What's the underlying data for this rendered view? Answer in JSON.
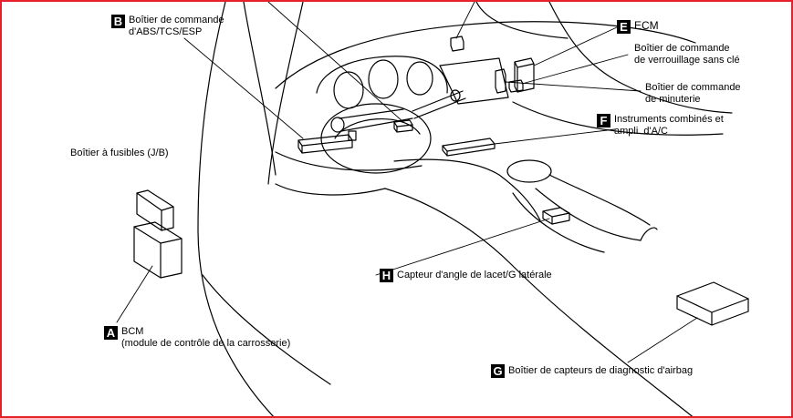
{
  "border_color": "#e8202a",
  "callouts": {
    "A": {
      "tag": "A",
      "line1": "BCM",
      "line2": "(module de contrôle de la carrosserie)"
    },
    "B": {
      "tag": "B",
      "line1": "Boîtier de commande",
      "line2": "d'ABS/TCS/ESP"
    },
    "E": {
      "tag": "E",
      "line1": "ECM"
    },
    "F": {
      "tag": "F",
      "line1": "Instruments combinés et",
      "line2": "ampli. d'A/C"
    },
    "G": {
      "tag": "G",
      "line1": "Boîtier de capteurs de diagnostic d'airbag"
    },
    "H": {
      "tag": "H",
      "line1": "Capteur d'angle de lacet/G latérale"
    }
  },
  "unlettered": {
    "fusebox": "Boîtier à fusibles (J/B)",
    "keyless_line1": "Boîtier de commande",
    "keyless_line2": "de verrouillage sans clé",
    "timer_line1": "Boîtier de commande",
    "timer_line2": "de minuterie"
  }
}
